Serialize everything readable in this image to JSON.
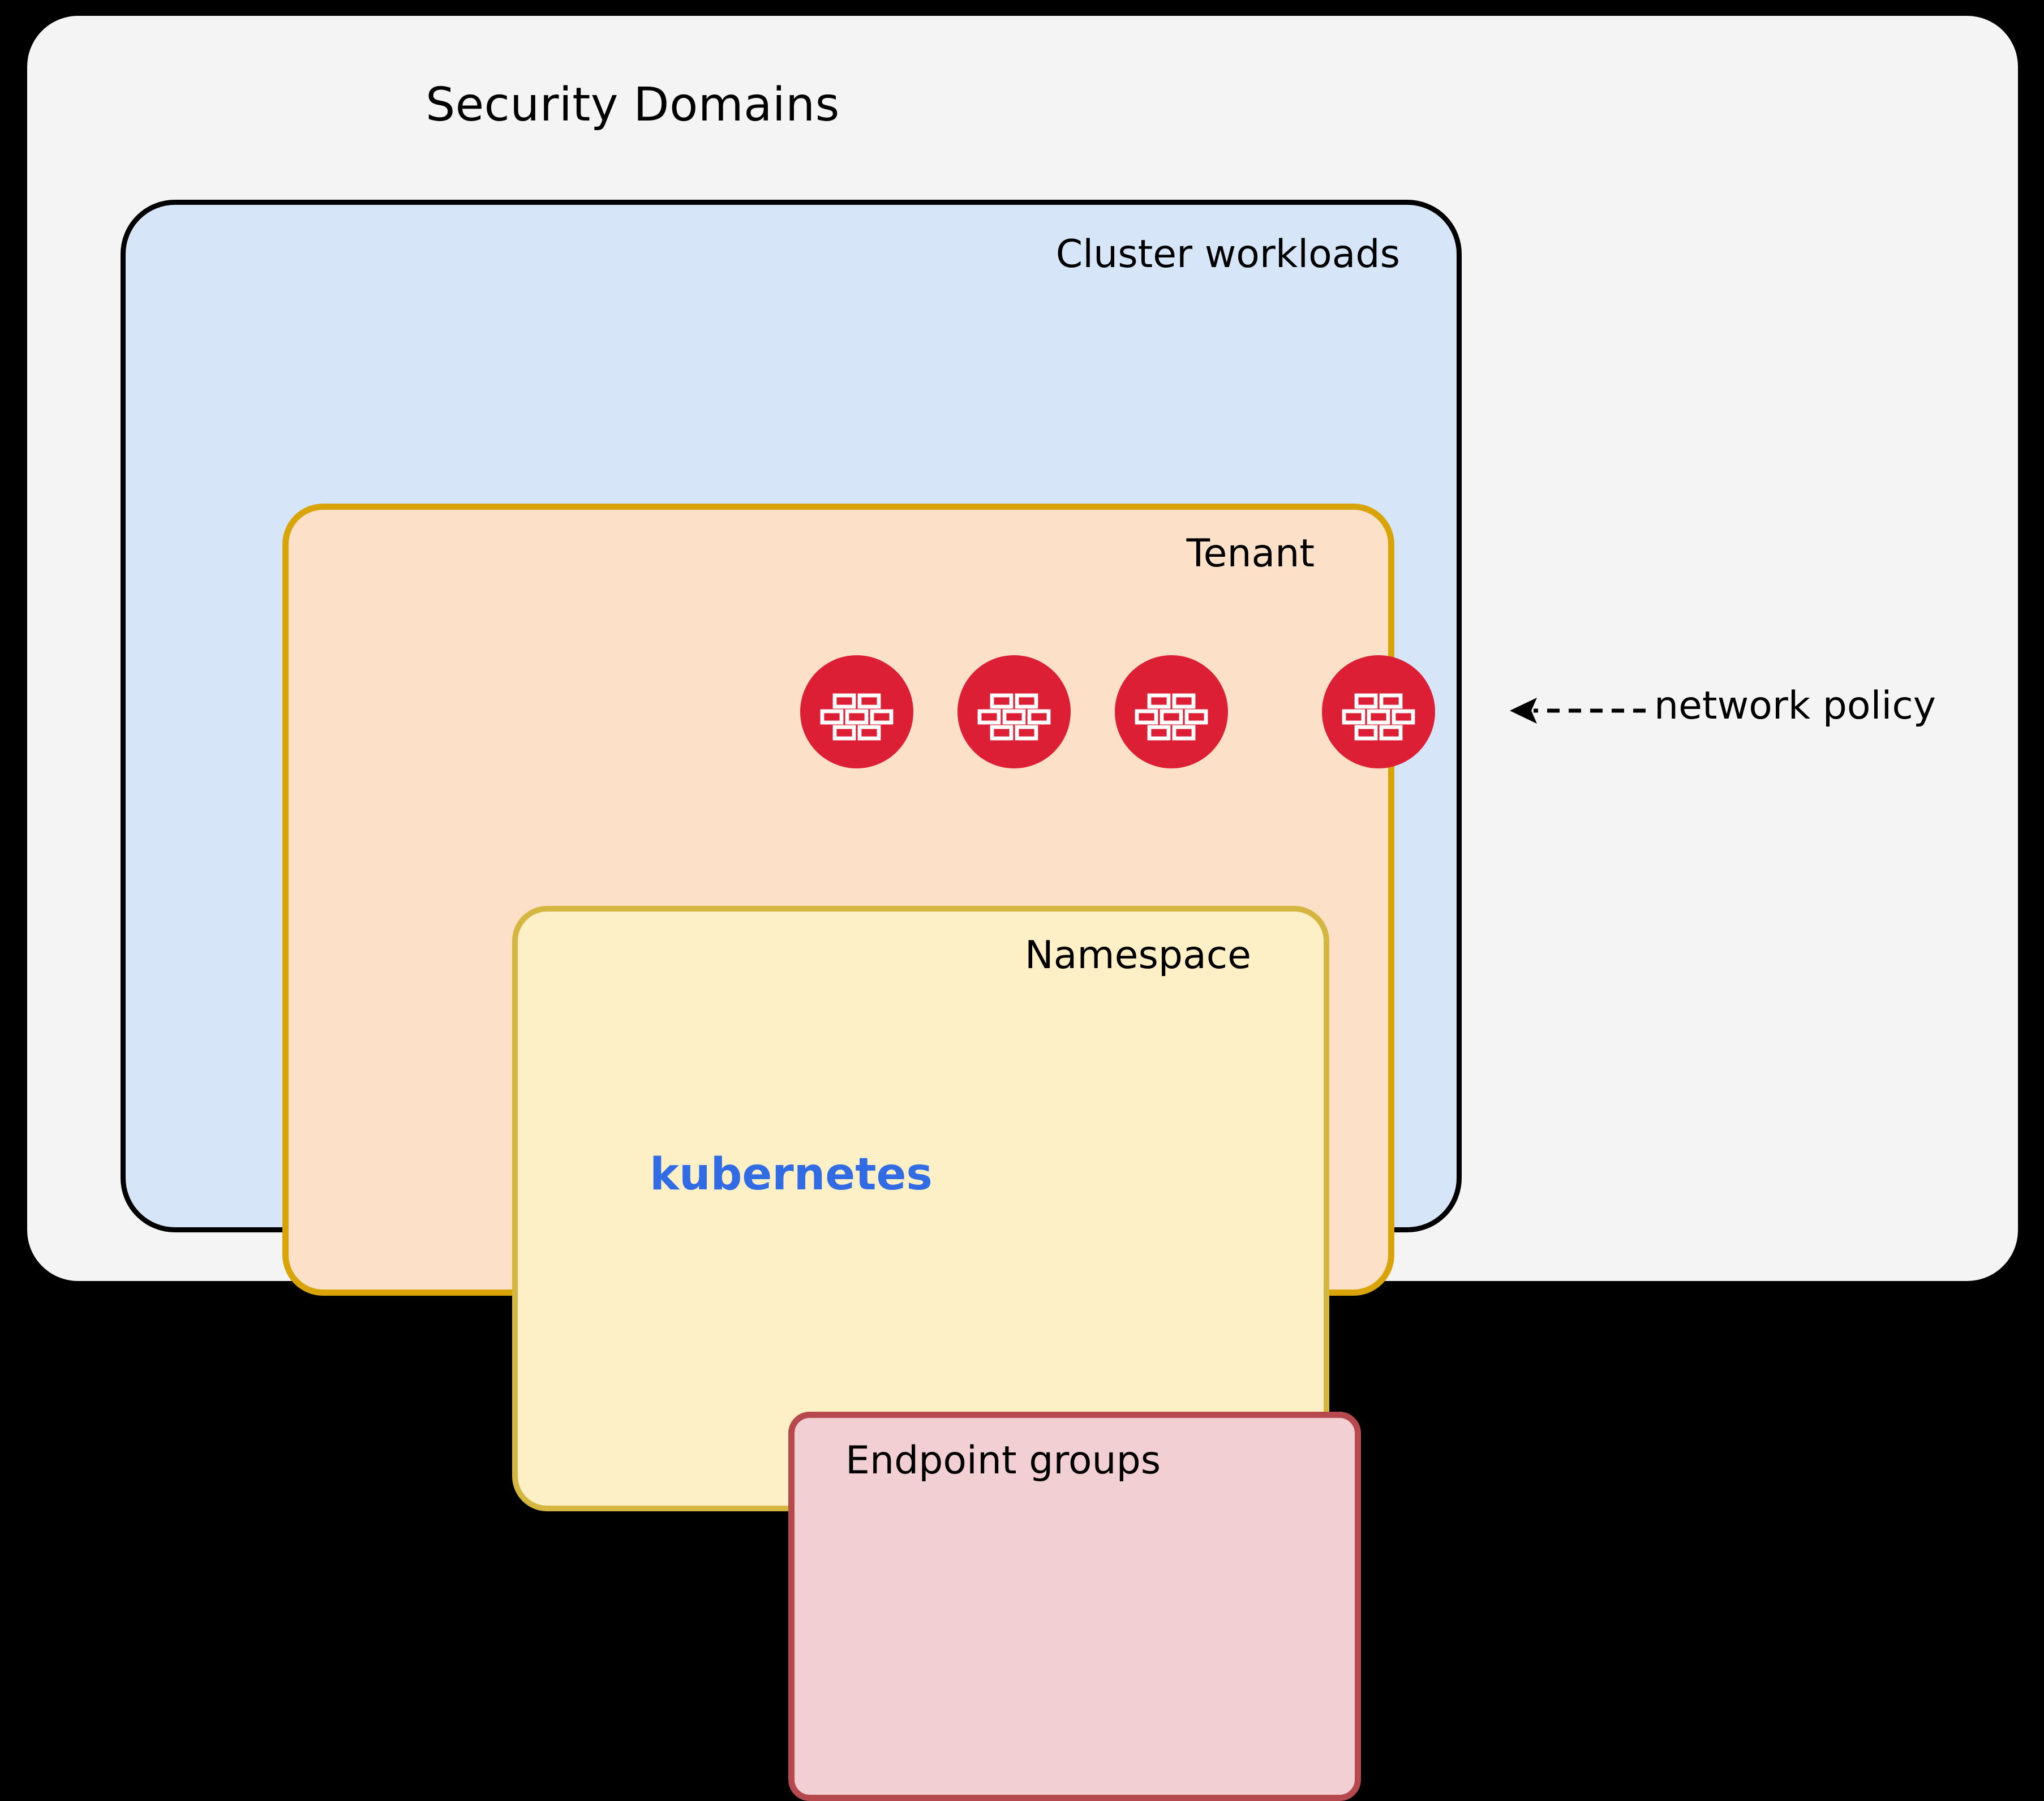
{
  "diagram": {
    "title": "Security Domains",
    "background_color": "#000000",
    "panel_color": "#f4f4f4",
    "layers": [
      {
        "id": "cluster",
        "label": "Cluster workloads",
        "fill": "#d7e5f8",
        "stroke": "#000000"
      },
      {
        "id": "tenant",
        "label": "Tenant",
        "fill": "#fce0c8",
        "stroke": "#d9a408"
      },
      {
        "id": "namespace",
        "label": "Namespace",
        "fill": "#fdf0c7",
        "stroke": "#d4b641"
      },
      {
        "id": "endpoint-groups",
        "label": "Endpoint groups",
        "fill": "#f2cfd2",
        "stroke": "#b5494e"
      }
    ],
    "brand": {
      "kubernetes_label": "kubernetes",
      "kubernetes_color": "#326ce5"
    },
    "policy_markers": {
      "icon_name": "firewall-brick-icon",
      "icon_color": "#dc1f34",
      "count": 4,
      "annotation_label": "network policy",
      "arrow_style": "dashed-left-arrow"
    }
  }
}
